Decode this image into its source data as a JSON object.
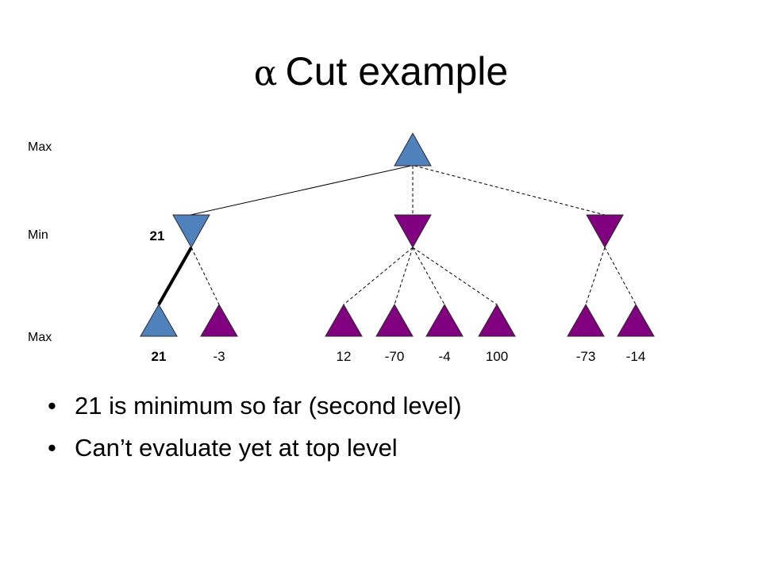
{
  "slide": {
    "title_symbol": "α",
    "title_text": "Cut example"
  },
  "tree": {
    "level_labels": [
      "Max",
      "Min",
      "Max"
    ],
    "colors": {
      "blue": "#4f81bd",
      "purple": "#800080"
    },
    "root": {
      "kind": "max",
      "color": "blue"
    },
    "min_nodes": [
      {
        "kind": "min",
        "color": "blue",
        "value": "21",
        "value_bold": true
      },
      {
        "kind": "min",
        "color": "purple"
      },
      {
        "kind": "min",
        "color": "purple"
      }
    ],
    "leaves": [
      {
        "value": "21",
        "bold": true,
        "color": "blue",
        "parent": 0
      },
      {
        "value": "-3",
        "bold": false,
        "color": "purple",
        "parent": 0
      },
      {
        "value": "12",
        "bold": false,
        "color": "purple",
        "parent": 1
      },
      {
        "value": "-70",
        "bold": false,
        "color": "purple",
        "parent": 1
      },
      {
        "value": "-4",
        "bold": false,
        "color": "purple",
        "parent": 1
      },
      {
        "value": "100",
        "bold": false,
        "color": "purple",
        "parent": 1
      },
      {
        "value": "-73",
        "bold": false,
        "color": "purple",
        "parent": 2
      },
      {
        "value": "-14",
        "bold": false,
        "color": "purple",
        "parent": 2
      }
    ],
    "edges": {
      "root_to_min": [
        "solid",
        "dashed",
        "dashed"
      ],
      "explored_leaf_edge_bold": true
    }
  },
  "bullets": [
    "21 is minimum so far (second level)",
    "Can’t evaluate yet at top level"
  ]
}
